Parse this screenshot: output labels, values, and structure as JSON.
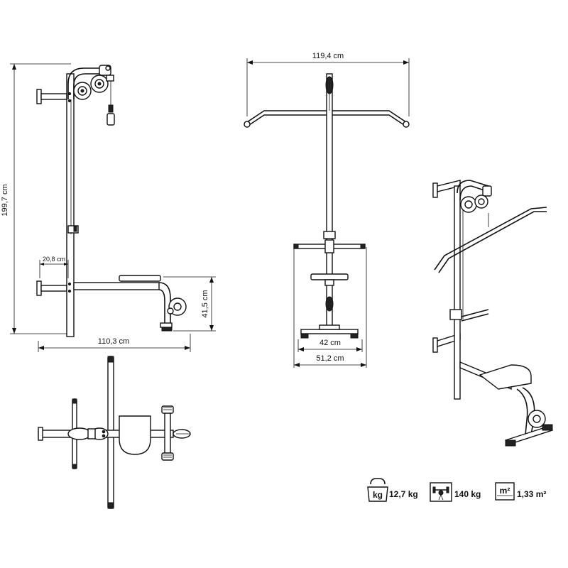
{
  "dimensions": {
    "height": "199,7 cm",
    "width_top": "119,4 cm",
    "depth": "110,3 cm",
    "wall_offset": "20,8 cm",
    "seat_height": "41,5 cm",
    "base_inner": "42 cm",
    "base_outer": "51,2 cm"
  },
  "specs": {
    "weight_icon_text": "kg",
    "weight": "12,7 kg",
    "max_load": "140 kg",
    "area_icon_text": "m²",
    "area": "1,33 m²"
  },
  "icons": {
    "weight": "kettlebell-kg-icon",
    "load": "weight-lifter-icon",
    "area": "floor-area-icon"
  }
}
